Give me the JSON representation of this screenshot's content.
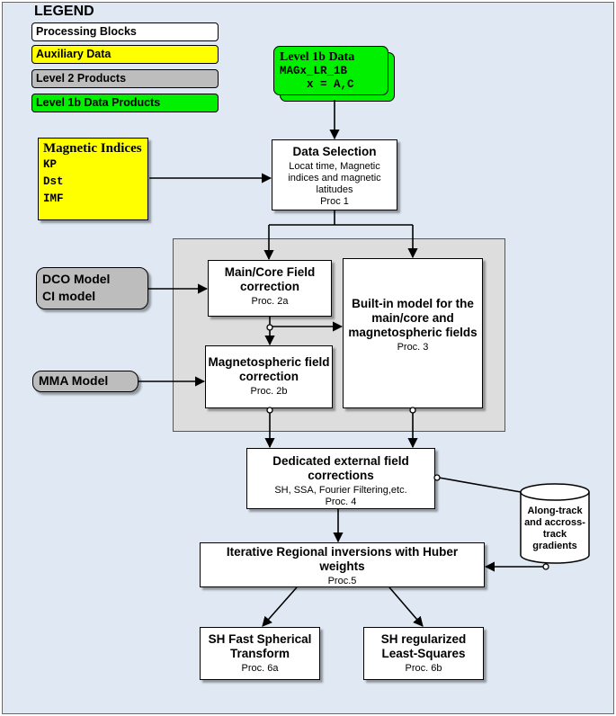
{
  "legend": {
    "title": "LEGEND",
    "items": [
      {
        "label": "Processing Blocks",
        "color": "#ffffff"
      },
      {
        "label": "Auxiliary Data",
        "color": "#ffff00"
      },
      {
        "label": "Level 2 Products",
        "color": "#bdbdbd"
      },
      {
        "label": "Level 1b Data Products",
        "color": "#00f000"
      }
    ]
  },
  "level1b": {
    "title": "Level 1b Data",
    "line1": "MAGx_LR_1B",
    "line2": "x = A,C"
  },
  "magnetic_indices": {
    "title": "Magnetic Indices",
    "items": [
      "KP",
      "Dst",
      "IMF"
    ]
  },
  "data_selection": {
    "title": "Data Selection",
    "desc": "Locat time, Magnetic indices and magnetic latitudes",
    "proc": "Proc 1"
  },
  "dco_model": {
    "line1": "DCO Model",
    "line2": "CI model"
  },
  "mma_model": {
    "label": "MMA Model"
  },
  "main_core": {
    "title": "Main/Core Field correction",
    "proc": "Proc. 2a"
  },
  "magnetospheric": {
    "title": "Magnetospheric field correction",
    "proc": "Proc. 2b"
  },
  "builtin": {
    "title": "Built-in model for the main/core and magnetospheric fields",
    "proc": "Proc. 3"
  },
  "dedicated": {
    "title": "Dedicated external field corrections",
    "desc": "SH, SSA, Fourier Filtering,etc.",
    "proc": "Proc. 4"
  },
  "gradients": {
    "label": "Along-track and accross-track gradients"
  },
  "iterative": {
    "title": "Iterative Regional inversions with Huber weights",
    "proc": "Proc.5"
  },
  "sh_fast": {
    "title": "SH Fast Spherical Transform",
    "proc": "Proc. 6a"
  },
  "sh_reg": {
    "title": "SH regularized Least-Squares",
    "proc": "Proc. 6b"
  }
}
